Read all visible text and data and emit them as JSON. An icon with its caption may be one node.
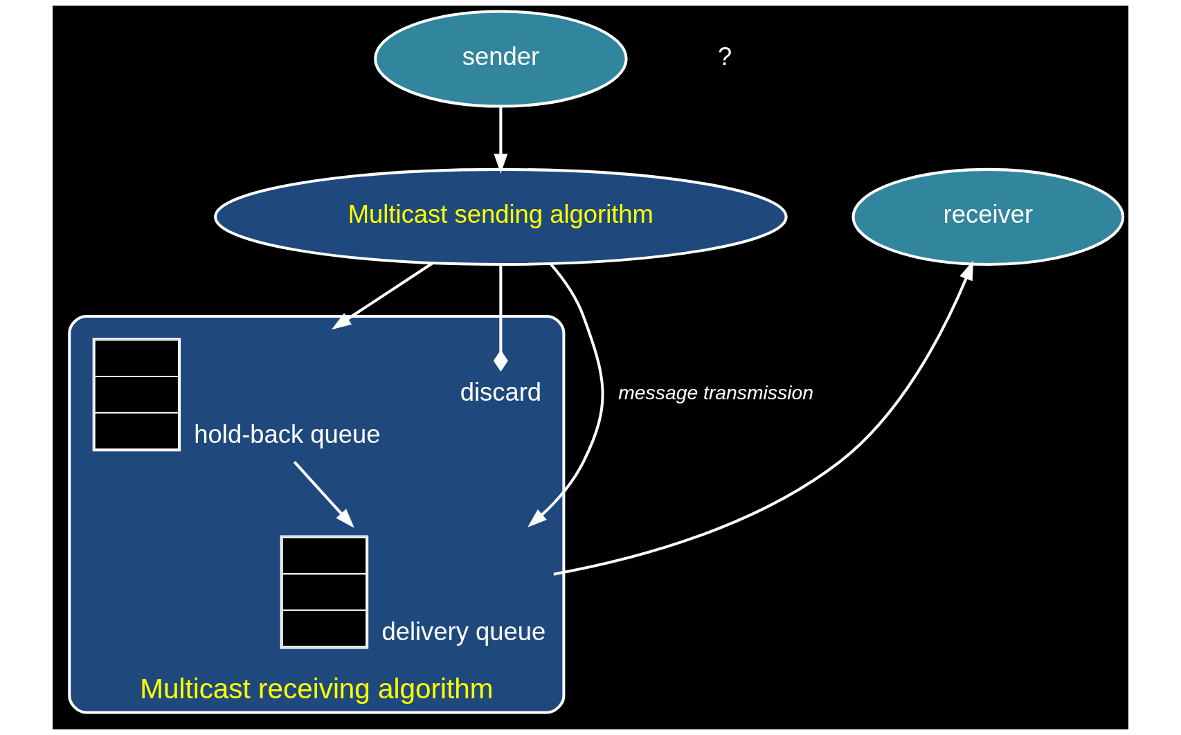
{
  "diagram": {
    "nodes": [
      {
        "text": [
          "sender"
        ]
      },
      {
        "text": [
          "Multicast sending algorithm"
        ]
      },
      {
        "text": [
          "receiver"
        ]
      },
      {
        "text": [
          "Multicast receiving algorithm"
        ]
      },
      {
        "text": [
          "delivery queue"
        ],
        "in": 3
      },
      {
        "text": [
          "hold-back queue"
        ],
        "in": 3
      },
      {
        "text": [
          "discard"
        ],
        "in": 3
      }
    ],
    "edges": [
      {
        "from": 0,
        "to": 1,
        "arrow": "to"
      },
      {
        "from": 1,
        "to": 4,
        "arrow": "to",
        "label": "message transmission"
      },
      {
        "from": 1,
        "to": 5,
        "arrow": "to"
      },
      {
        "from": 1,
        "to": 6,
        "arrow": "other"
      },
      {
        "from": 5,
        "to": 4,
        "arrow": "to"
      },
      {
        "from": 4,
        "to": 2,
        "arrow": "to"
      }
    ],
    "labels": [
      "?"
    ]
  }
}
